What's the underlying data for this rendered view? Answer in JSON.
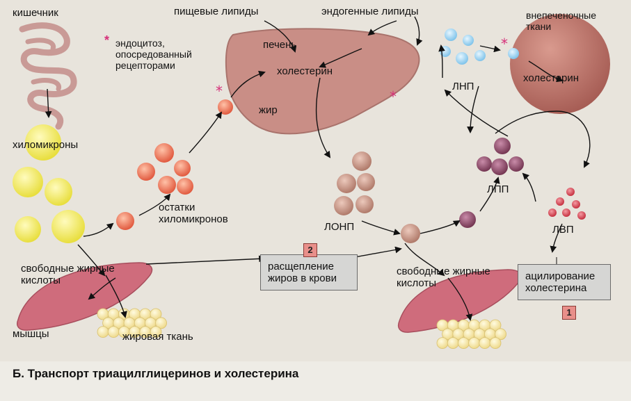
{
  "labels": {
    "intestine": "кишечник",
    "dietary_lipids": "пищевые липиды",
    "endogenous_lipids": "эндогенные липиды",
    "extrahepatic_tissues": "внепеченочные\nткани",
    "endocytosis_star": "*",
    "endocytosis": "эндоцитоз,\nопосредованный\nрецепторами",
    "liver": "печень",
    "cholesterol_liver": "холестерин",
    "cholesterol_tissue": "холестерин",
    "fat": "жир",
    "chylomicrons": "хиломикроны",
    "chylomicron_remnants": "остатки\nхиломикронов",
    "vldl": "ЛОНП",
    "ldl": "ЛНП",
    "idl": "ЛПП",
    "hdl": "ЛВП",
    "free_fatty_acids_left": "свободные жирные\nкислоты",
    "free_fatty_acids_right": "свободные жирные\nкислоты",
    "muscles": "мышцы",
    "adipose_tissue": "жировая ткань"
  },
  "boxes": {
    "blood_lipolysis": "расщепление\nжиров в крови",
    "cholesterol_acylation": "ацилирование\nхолестерина"
  },
  "badges": {
    "two": "2",
    "one": "1"
  },
  "caption": "Б. Транспорт триацилглицеринов и холестерина",
  "colors": {
    "liver": "#c98e86",
    "tissue": "#b3675f",
    "muscle": "#cf6c7c",
    "fat_cell": "#f4e49b",
    "chylomicron": "#f4ec5f",
    "remnant": "#e9725a",
    "vldl": "#c79585",
    "ldl": "#9fd3ef",
    "idl": "#8c4b6b",
    "hdl": "#d6485a",
    "star": "#d6307a",
    "badge": "#e88f8a"
  }
}
